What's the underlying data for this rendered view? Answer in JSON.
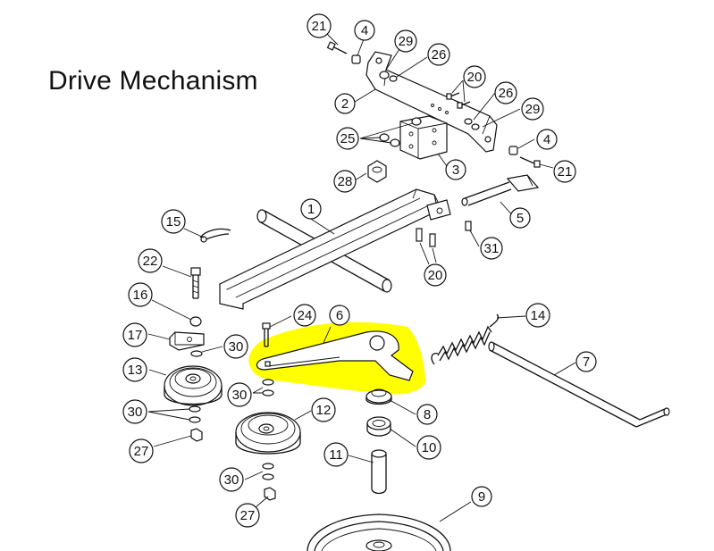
{
  "title": "Drive Mechanism",
  "highlight_color": "#ffff00",
  "callouts": {
    "c21a": "21",
    "c4a": "4",
    "c29a": "29",
    "c26a": "26",
    "c2": "2",
    "c20a": "20",
    "c26b": "26",
    "c29b": "29",
    "c25": "25",
    "c4b": "4",
    "c21b": "21",
    "c3": "3",
    "c28": "28",
    "c1": "1",
    "c15": "15",
    "c5": "5",
    "c31": "31",
    "c20b": "20",
    "c22": "22",
    "c16": "16",
    "c24": "24",
    "c6": "6",
    "c14": "14",
    "c17": "17",
    "c30a": "30",
    "c13": "13",
    "c7": "7",
    "c30b": "30",
    "c30c": "30",
    "c12": "12",
    "c8": "8",
    "c27a": "27",
    "c10": "10",
    "c11": "11",
    "c30d": "30",
    "c27b": "27",
    "c9": "9"
  }
}
